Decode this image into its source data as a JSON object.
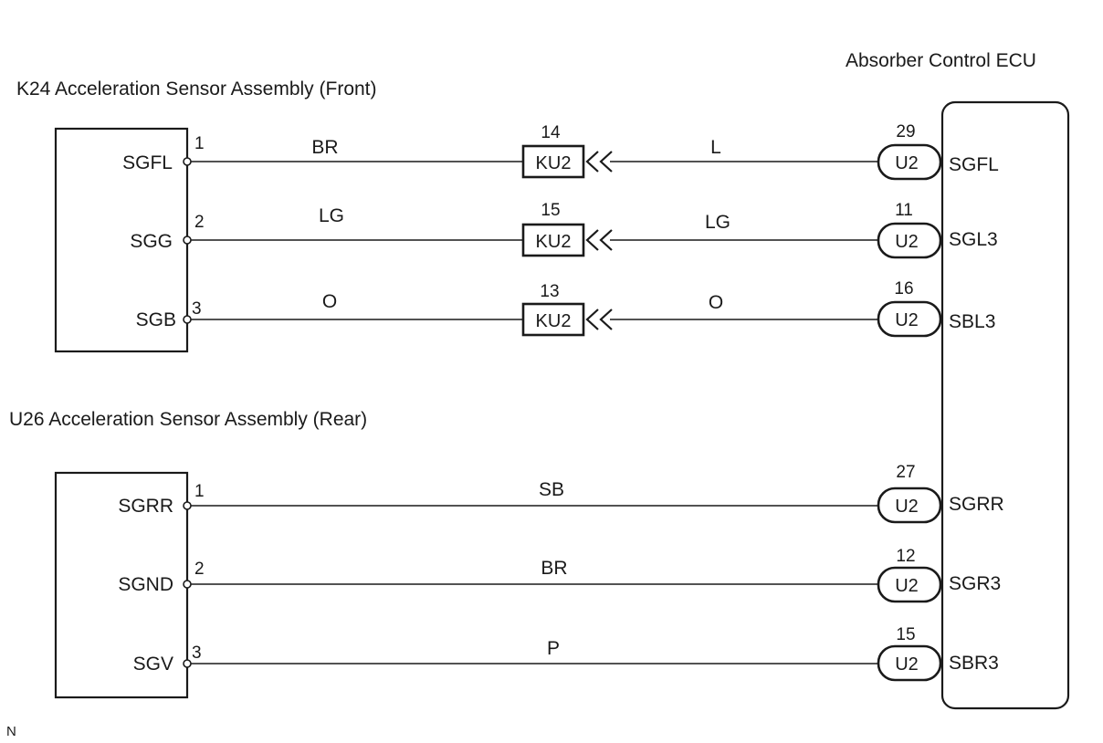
{
  "diagram": {
    "front_sensor": {
      "title": "K24 Acceleration Sensor Assembly (Front)",
      "pins": [
        {
          "number": "1",
          "signal": "SGFL",
          "wire_color": "BR"
        },
        {
          "number": "2",
          "signal": "SGG",
          "wire_color": "LG"
        },
        {
          "number": "3",
          "signal": "SGB",
          "wire_color": "O"
        }
      ]
    },
    "rear_sensor": {
      "title": "U26 Acceleration Sensor Assembly (Rear)",
      "pins": [
        {
          "number": "1",
          "signal": "SGRR",
          "wire_color": "SB"
        },
        {
          "number": "2",
          "signal": "SGND",
          "wire_color": "BR"
        },
        {
          "number": "3",
          "signal": "SGV",
          "wire_color": "P"
        }
      ]
    },
    "junction": {
      "connectors": [
        {
          "pin": "14",
          "name": "KU2",
          "wire_color": "L"
        },
        {
          "pin": "15",
          "name": "KU2",
          "wire_color": "LG"
        },
        {
          "pin": "13",
          "name": "KU2",
          "wire_color": "O"
        }
      ]
    },
    "ecu": {
      "title": "Absorber Control ECU",
      "pins": [
        {
          "pin": "29",
          "connector": "U2",
          "signal": "SGFL"
        },
        {
          "pin": "11",
          "connector": "U2",
          "signal": "SGL3"
        },
        {
          "pin": "16",
          "connector": "U2",
          "signal": "SBL3"
        },
        {
          "pin": "27",
          "connector": "U2",
          "signal": "SGRR"
        },
        {
          "pin": "12",
          "connector": "U2",
          "signal": "SGR3"
        },
        {
          "pin": "15",
          "connector": "U2",
          "signal": "SBR3"
        }
      ]
    },
    "footer_mark": "N"
  }
}
